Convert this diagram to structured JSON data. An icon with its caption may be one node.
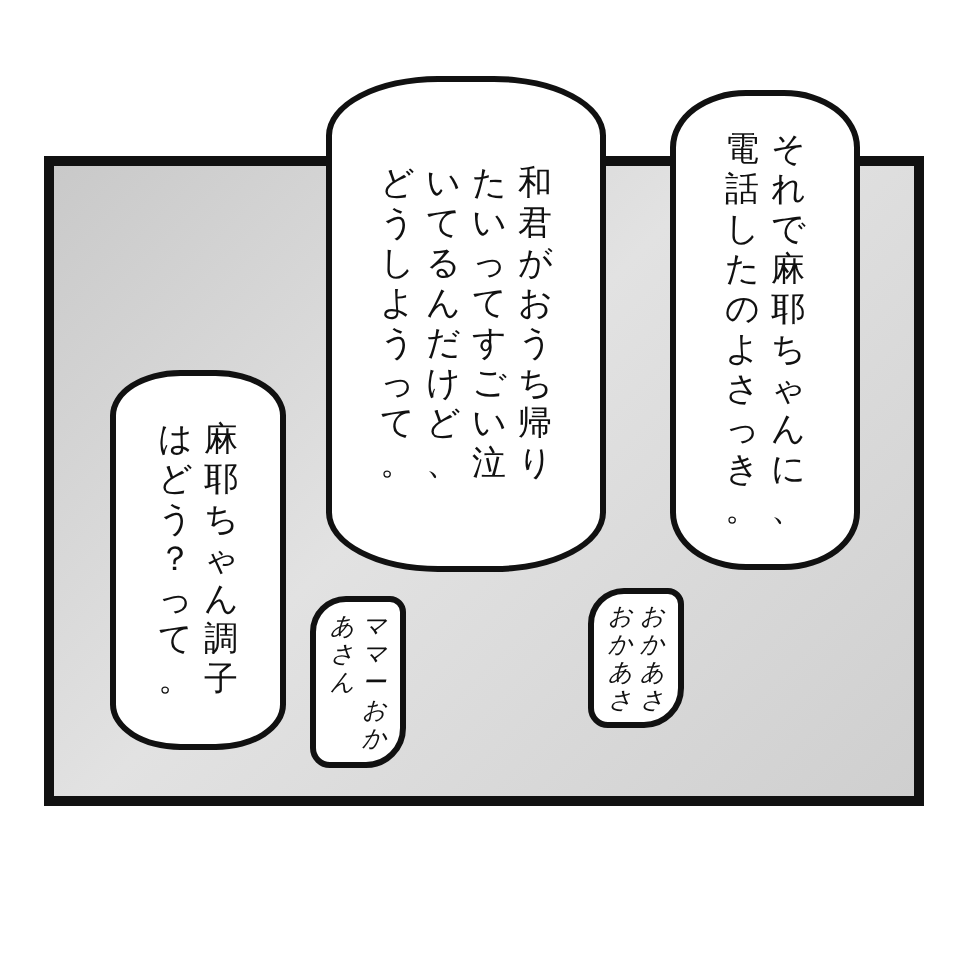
{
  "diagram": {
    "nodes": [
      {
        "text": [
          "それで麻耶ちゃんに、電話したのよさっき。"
        ]
      },
      {
        "text": [
          "和君がおうち帰りたいってすごい泣いてるんだけど、どうしようって。"
        ]
      },
      {
        "text": [
          "麻耶ちゃん調子はどう？って。"
        ]
      },
      {
        "text": [
          "ママーおかあさん"
        ]
      },
      {
        "text": [
          "おかあさおかあさ"
        ]
      }
    ]
  }
}
